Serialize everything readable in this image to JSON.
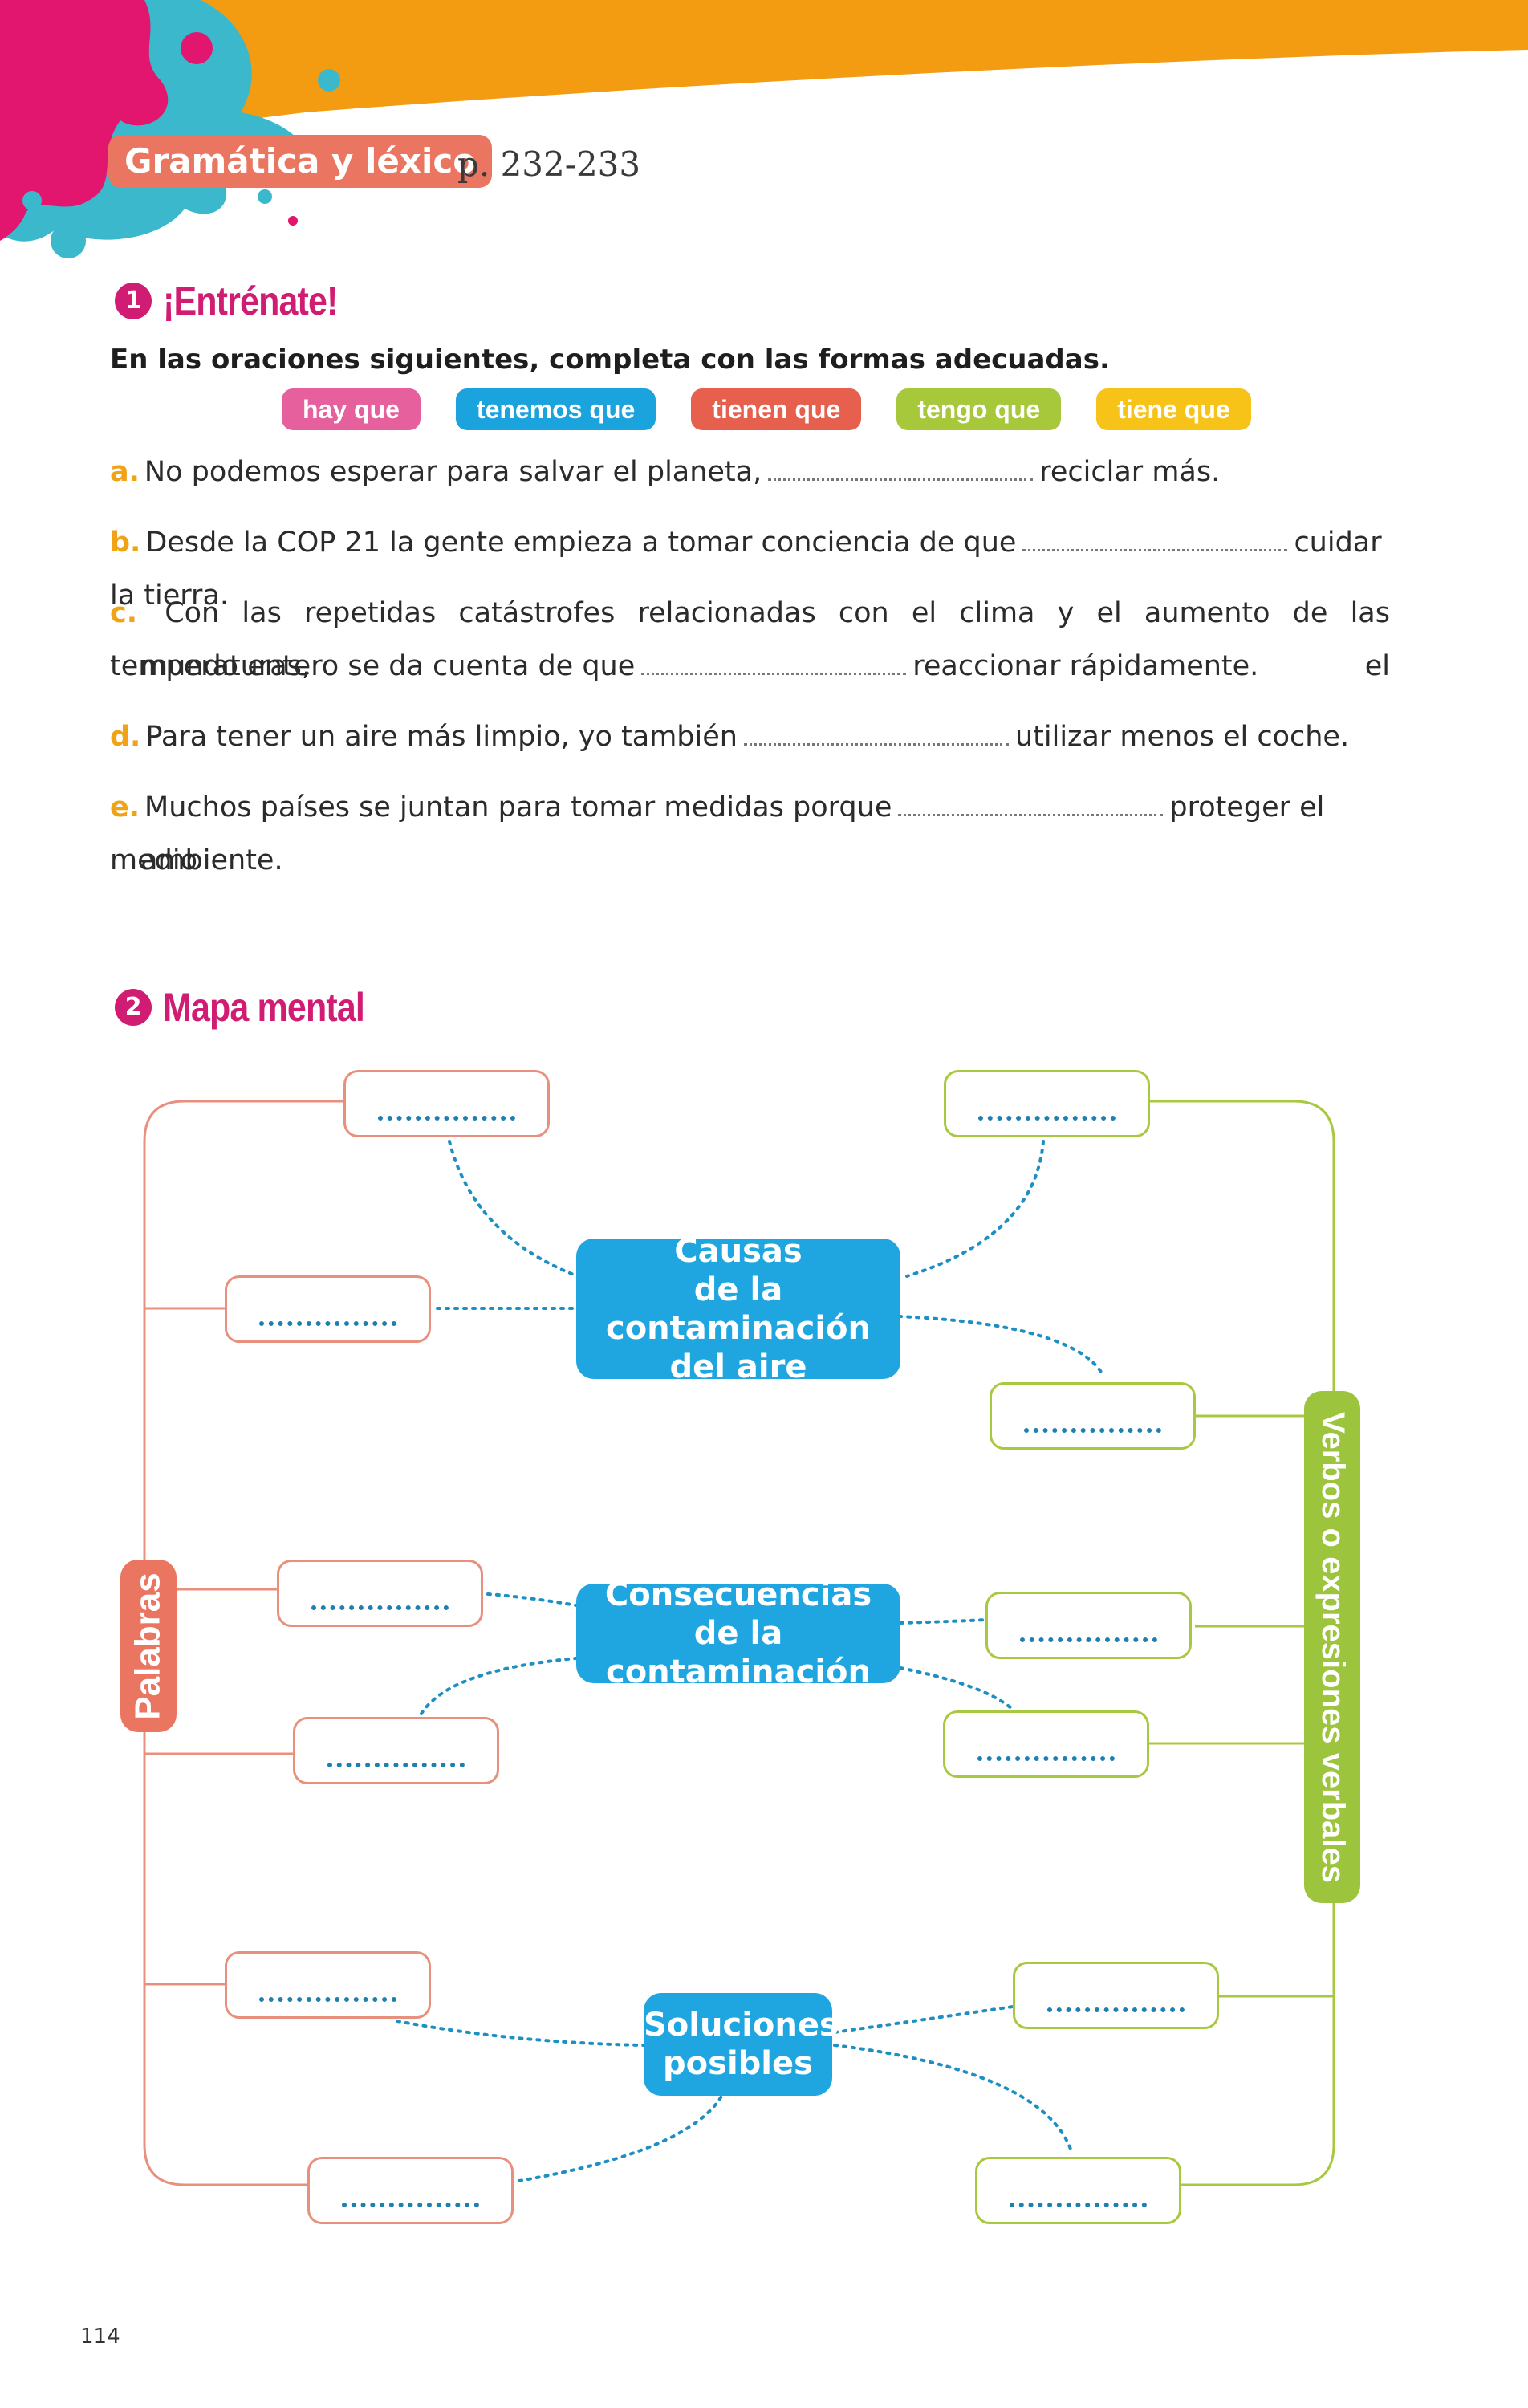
{
  "header": {
    "section": "Gramática y léxico",
    "pages": "p. 232-233"
  },
  "exercise1": {
    "number": "1",
    "title": "¡Entrénate!",
    "instruction": "En las oraciones siguientes, completa con las formas adecuadas.",
    "chips": [
      {
        "label": "hay que",
        "color": "#e5609c"
      },
      {
        "label": "tenemos que",
        "color": "#1ba3dd"
      },
      {
        "label": "tienen que",
        "color": "#e75f4d"
      },
      {
        "label": "tengo que",
        "color": "#a7c83a"
      },
      {
        "label": "tiene que",
        "color": "#f8c319"
      }
    ],
    "items": [
      {
        "letter": "a.",
        "before": "No podemos esperar para salvar el planeta,",
        "after": "reciclar más."
      },
      {
        "letter": "b.",
        "before": "Desde la COP 21 la gente empieza a tomar conciencia de que",
        "after": "cuidar la tierra."
      },
      {
        "letter": "c.",
        "line1": "Con las repetidas catástrofes relacionadas con el clima y el aumento de las temperaturas, el",
        "before": "mundo entero se da cuenta de que",
        "after": "reaccionar rápidamente."
      },
      {
        "letter": "d.",
        "before": "Para tener un aire más limpio, yo también",
        "after": "utilizar menos el coche."
      },
      {
        "letter": "e.",
        "before": "Muchos países se juntan para tomar medidas porque",
        "after": "proteger el medio",
        "line2": "ambiente."
      }
    ]
  },
  "exercise2": {
    "number": "2",
    "title": "Mapa mental",
    "left_label": "Palabras",
    "right_label": "Verbos o expresiones verbales",
    "centers": [
      {
        "lines": [
          "Causas",
          "de la contaminación",
          "del aire"
        ]
      },
      {
        "lines": [
          "Consecuencias",
          "de la contaminación"
        ]
      },
      {
        "lines": [
          "Soluciones",
          "posibles"
        ]
      }
    ]
  },
  "page_number": "114"
}
